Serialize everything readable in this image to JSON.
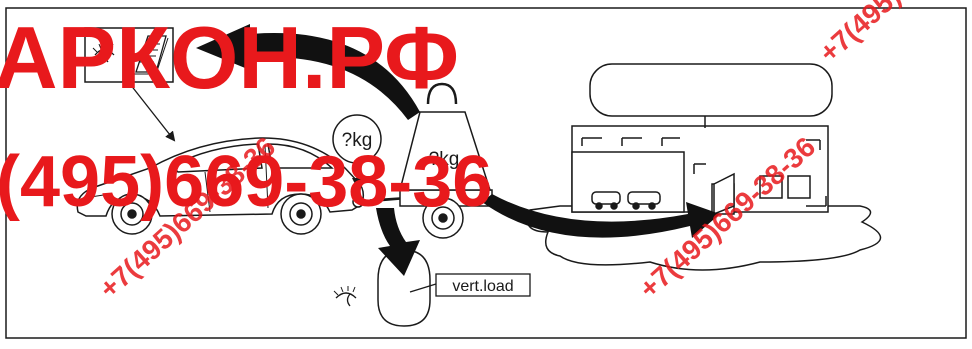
{
  "labels": {
    "kg_circle": "?kg",
    "kg_weight": "?kg",
    "vert_load": "vert.load"
  },
  "watermark": {
    "big_line1": "АРКОН.РФ",
    "big_line2": "(495)669-38-36",
    "diag_text": "+7(495)669-38-36"
  },
  "colors": {
    "line": "#1a1a1a",
    "watermark_red": "#e8191c",
    "arrow": "#111111",
    "background": "#ffffff"
  },
  "icons": {
    "eye": "eye-icon",
    "manual": "manual-book-icon"
  }
}
